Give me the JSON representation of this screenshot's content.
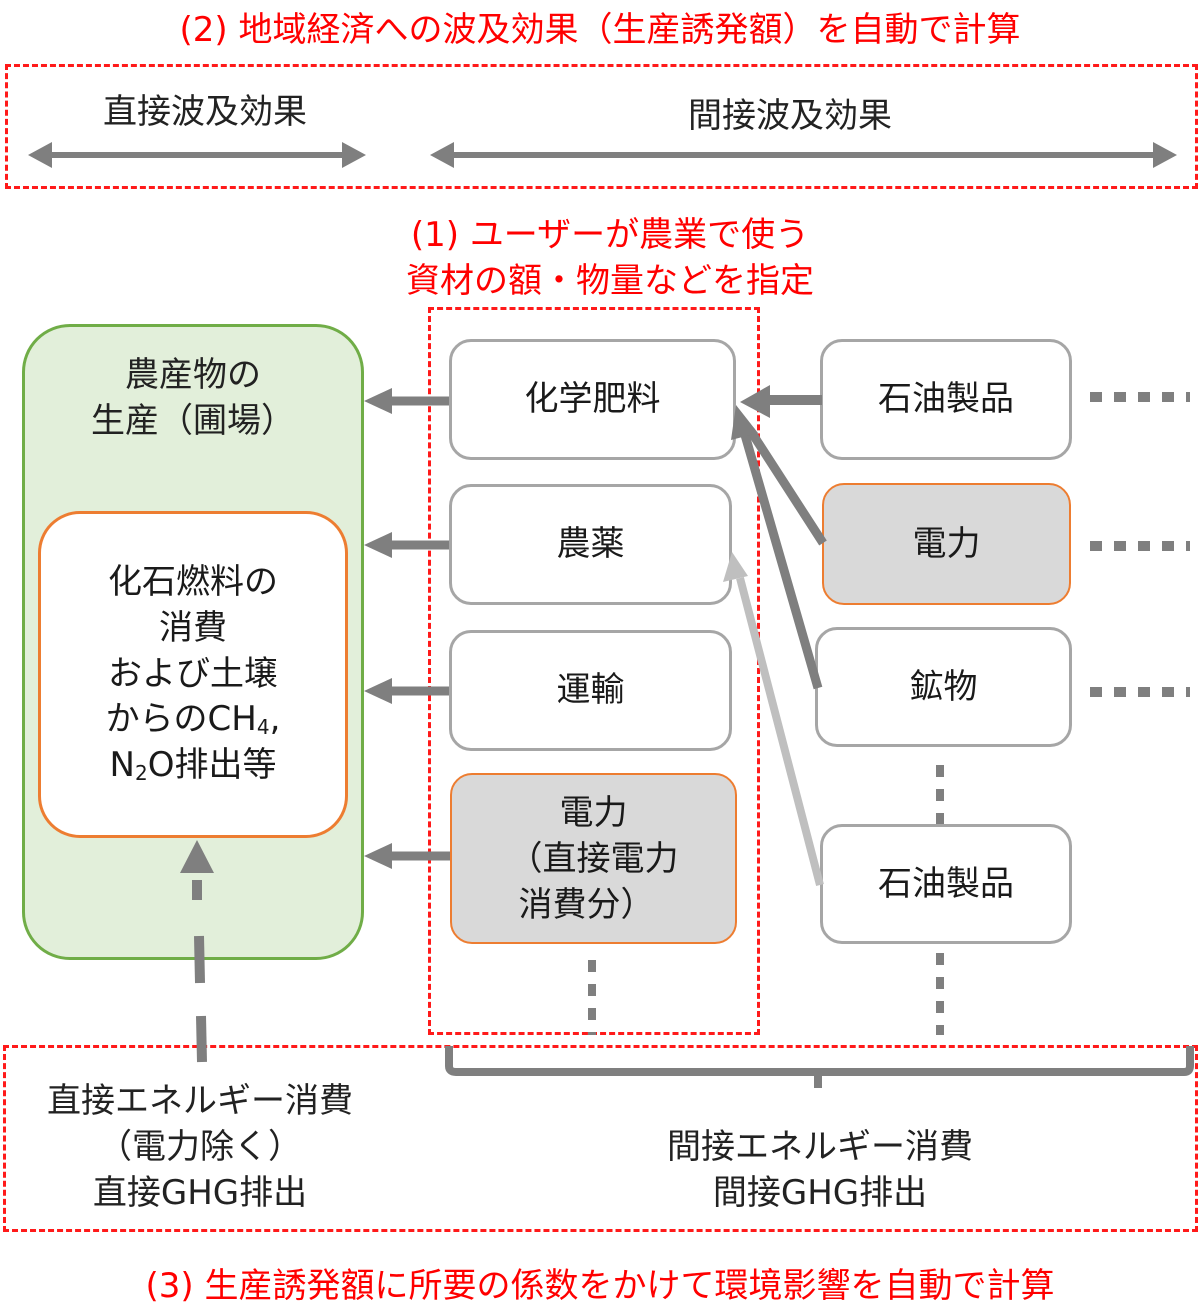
{
  "steps": {
    "step2_title": "(2) 地域経済への波及効果（生産誘発額）を自動で計算",
    "step1_title_line1": "(1) ユーザーが農業で使う",
    "step1_title_line2": "資材の額・物量などを指定",
    "step3_title": "(3) 生産誘発額に所要の係数をかけて環境影響を自動で計算"
  },
  "effects": {
    "direct": "直接波及効果",
    "indirect": "間接波及効果"
  },
  "farm": {
    "title_line1": "農産物の",
    "title_line2": "生産（圃場）",
    "inner_line1": "化石燃料の",
    "inner_line2": "消費",
    "inner_line3": "および土壌",
    "inner_line4_prefix": "からのCH",
    "inner_line4_sub": "4",
    "inner_line4_suffix": ",",
    "inner_line5_prefix": "N",
    "inner_line5_sub": "2",
    "inner_line5_suffix": "O排出等"
  },
  "inputs": [
    {
      "label": "化学肥料",
      "highlight": false
    },
    {
      "label": "農薬",
      "highlight": false
    },
    {
      "label": "運輸",
      "highlight": false
    },
    {
      "label_line1": "電力",
      "label_line2": "（直接電力",
      "label_line3": "消費分）",
      "highlight": true
    }
  ],
  "upstream": [
    {
      "label": "石油製品",
      "highlight": false
    },
    {
      "label": "電力",
      "highlight": true
    },
    {
      "label": "鉱物",
      "highlight": false
    },
    {
      "label": "石油製品",
      "highlight": false
    }
  ],
  "consumption": {
    "direct_line1": "直接エネルギー消費",
    "direct_line2": "（電力除く）",
    "direct_line3": "直接GHG排出",
    "indirect_line1": "間接エネルギー消費",
    "indirect_line2": "間接GHG排出"
  },
  "colors": {
    "accent_red": "#ff0000",
    "farm_green_fill": "#e2efda",
    "farm_green_border": "#70ad47",
    "orange_border": "#ed7d31",
    "highlight_fill": "#d9d9d9",
    "arrow_gray": "#7f7f7f",
    "arrow_light_gray": "#bfbfbf"
  }
}
